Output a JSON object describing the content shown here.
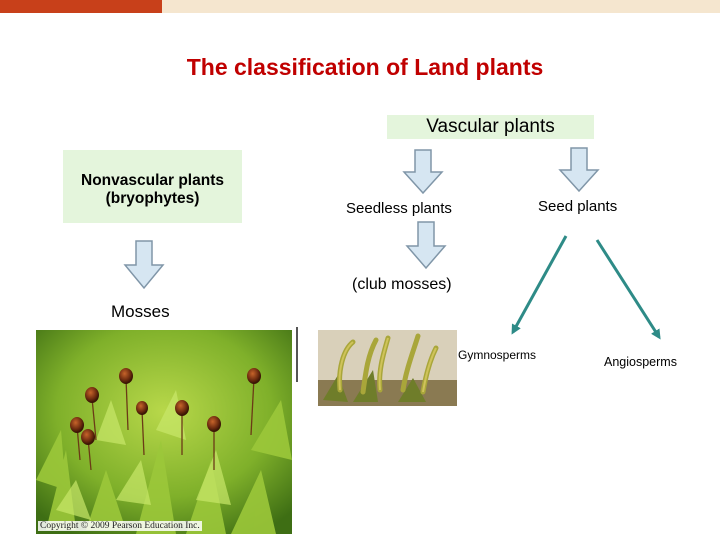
{
  "title": "The classification of Land plants",
  "nodes": {
    "vascular": "Vascular plants",
    "nonvascular_line1": "Nonvascular plants",
    "nonvascular_line2": "(bryophytes)",
    "seedless": "Seedless plants",
    "seed": "Seed plants",
    "club_mosses": "(club mosses)",
    "mosses": "Mosses",
    "gymnosperms": "Gymnosperms",
    "angiosperms": "Angiosperms"
  },
  "copyright": "Copyright © 2009 Pearson Education Inc.",
  "colors": {
    "title": "#c00000",
    "box_fill": "#e4f5dc",
    "arrow_fill": "#d6e6f2",
    "arrow_stroke": "#8096a8",
    "teal_arrow": "#2e8b87",
    "bar_left": "#c8401a",
    "bar_right": "#f5e6cf"
  },
  "images": {
    "moss": "moss-photo",
    "club_moss": "club-moss-photo"
  }
}
